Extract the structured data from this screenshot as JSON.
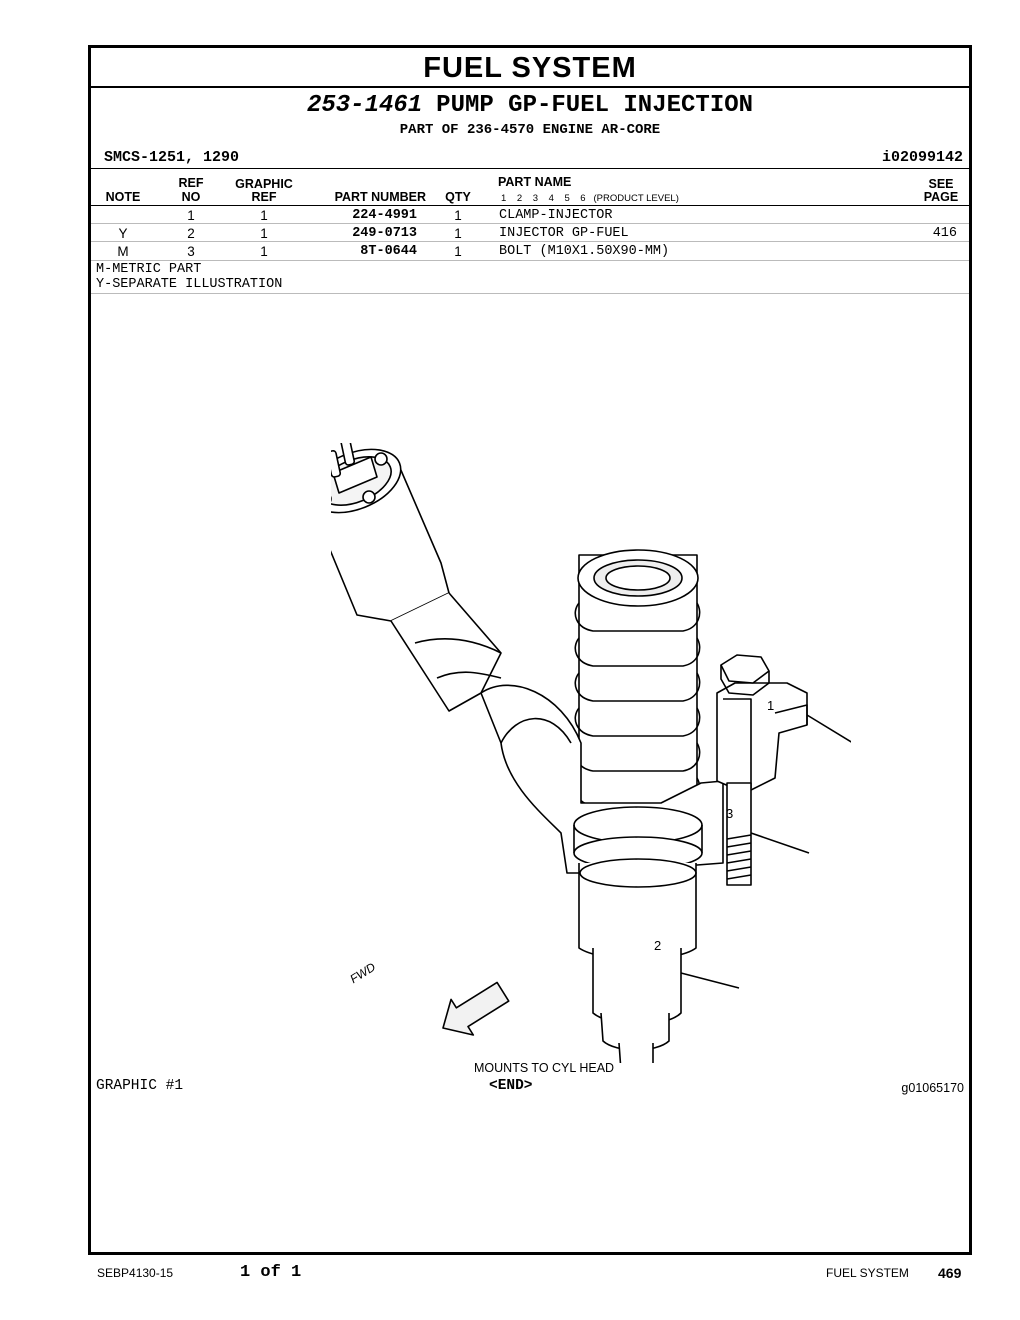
{
  "section_title": "FUEL SYSTEM",
  "group": {
    "number": "253-1461",
    "name": "PUMP GP-FUEL INJECTION",
    "part_of": "PART OF 236-4570 ENGINE AR-CORE"
  },
  "smcs": "SMCS-1251, 1290",
  "ident": "i02099142",
  "table": {
    "headers": {
      "note": "NOTE",
      "ref_top": "REF",
      "ref_bottom": "NO",
      "graphic_top": "GRAPHIC",
      "graphic_bottom": "REF",
      "part_number": "PART NUMBER",
      "qty": "QTY",
      "part_name": "PART NAME",
      "product_levels": [
        "1",
        "2",
        "3",
        "4",
        "5",
        "6"
      ],
      "product_level_label": "(PRODUCT LEVEL)",
      "see_top": "SEE",
      "see_bottom": "PAGE"
    },
    "rows": [
      {
        "note": "",
        "ref_no": "1",
        "graphic_ref": "1",
        "part_number": "224-4991",
        "qty": "1",
        "part_name": "CLAMP-INJECTOR",
        "see_page": ""
      },
      {
        "note": "Y",
        "ref_no": "2",
        "graphic_ref": "1",
        "part_number": "249-0713",
        "qty": "1",
        "part_name": "INJECTOR GP-FUEL",
        "see_page": "416"
      },
      {
        "note": "M",
        "ref_no": "3",
        "graphic_ref": "1",
        "part_number": "8T-0644",
        "qty": "1",
        "part_name": "BOLT (M10X1.50X90-MM)",
        "see_page": ""
      }
    ]
  },
  "notes": [
    "M-METRIC PART",
    "Y-SEPARATE ILLUSTRATION"
  ],
  "illustration": {
    "callouts": [
      "1",
      "3",
      "2"
    ],
    "fwd_label": "FWD",
    "mounts_label": "MOUNTS TO CYL HEAD"
  },
  "graphic_label": "GRAPHIC #1",
  "end_label": "<END>",
  "graphic_code": "g01065170",
  "footer": {
    "doc_code": "SEBP4130-15",
    "page_of": "1 of 1",
    "section": "FUEL SYSTEM",
    "page_number": "469"
  }
}
